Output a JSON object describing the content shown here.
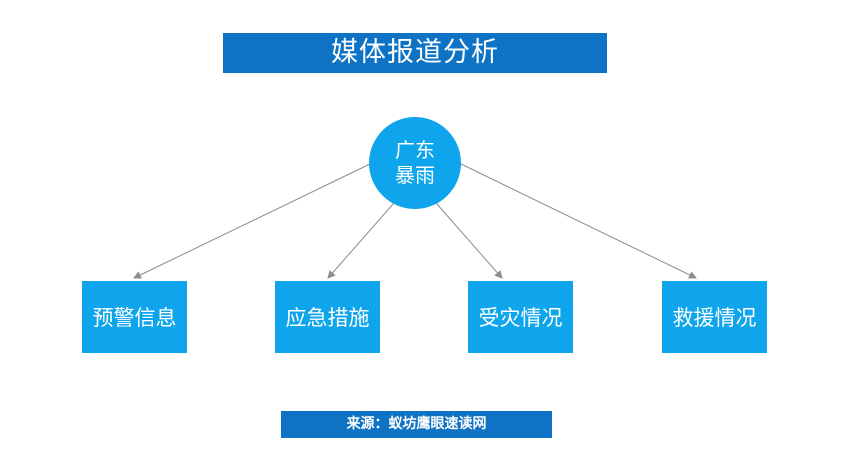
{
  "title": "媒体报道分析",
  "center": {
    "line1": "广东",
    "line2": "暴雨"
  },
  "children": [
    {
      "label": "预警信息"
    },
    {
      "label": "应急措施"
    },
    {
      "label": "受灾情况"
    },
    {
      "label": "救援情况"
    }
  ],
  "source": "来源：蚁坊鹰眼速读网",
  "colors": {
    "title_bg": "#0e73c4",
    "node_fill": "#0ea5ec",
    "connector": "#8c8c8c",
    "text": "#ffffff"
  }
}
